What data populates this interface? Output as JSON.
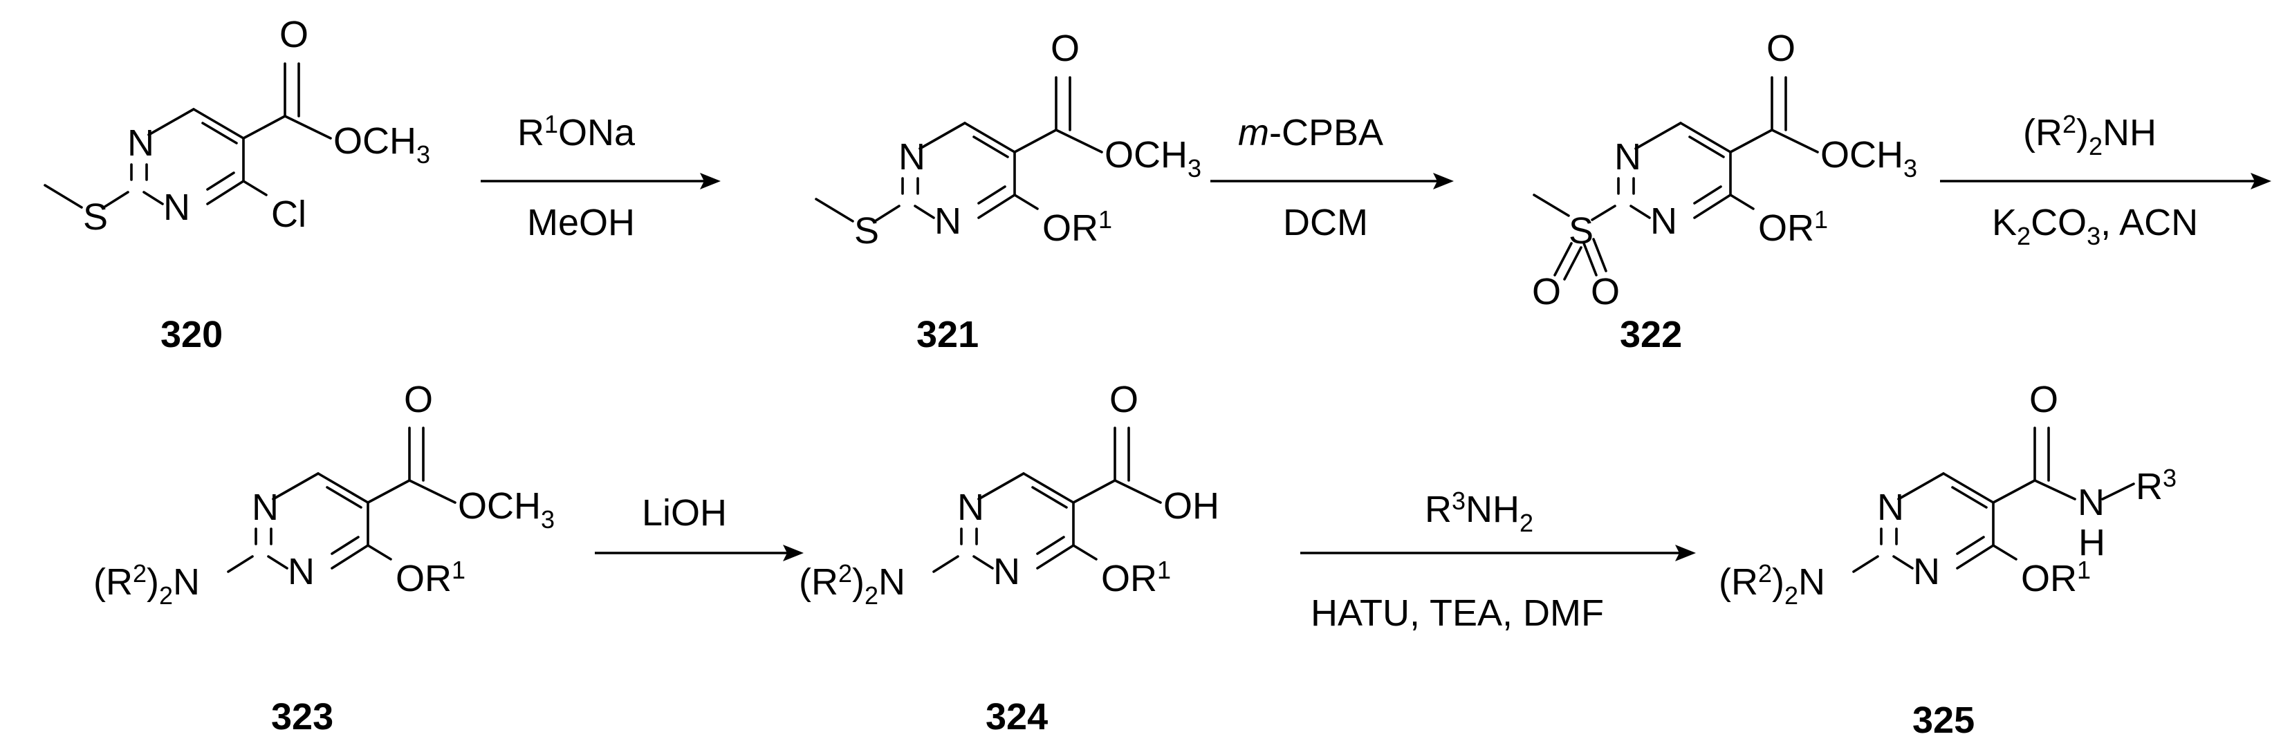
{
  "compounds": [
    {
      "label": "320"
    },
    {
      "label": "321"
    },
    {
      "label": "322"
    },
    {
      "label": "323"
    },
    {
      "label": "324"
    },
    {
      "label": "325"
    }
  ],
  "atoms": {
    "N": "N",
    "S": "S",
    "O": "O",
    "Cl": "Cl",
    "H": "H",
    "ester": "OCH",
    "ester_sub": "3",
    "acid": "OH",
    "alkoxy": "OR",
    "r": "R",
    "amine_tail": "N",
    "sub1": "1",
    "sub2": "2",
    "sub3": "3"
  },
  "steps": [
    {
      "above_pre": "R",
      "above_sup": "1",
      "above_post": "ONa",
      "below": "MeOH"
    },
    {
      "above_italic": "m",
      "above_post": "-CPBA",
      "below": "DCM"
    },
    {
      "above_pre": "(R",
      "above_sup": "2",
      "above_mid": ")",
      "above_sub": "2",
      "above_post": "NH",
      "below_pre": "K",
      "below_sub": "2",
      "below_post": "CO",
      "below_sub2": "3",
      "below_tail": ", ACN"
    },
    {
      "above": "LiOH"
    },
    {
      "above_pre": "R",
      "above_sup": "3",
      "above_post": "NH",
      "above_sub": "2",
      "below": "HATU, TEA, DMF"
    }
  ]
}
